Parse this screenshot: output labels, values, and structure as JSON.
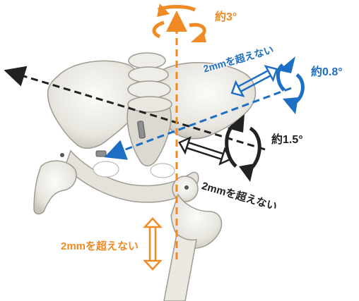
{
  "labels": {
    "orange_rotation": "約3°",
    "blue_translation": "2mmを超えない",
    "blue_rotation": "約0.8°",
    "black_rotation": "約1.5°",
    "black_translation": "2mmを超えない",
    "orange_translation": "2mmを超えない"
  },
  "colors": {
    "orange": "#f08a24",
    "blue": "#1c6fc4",
    "black": "#222222",
    "bone": "#ecebe6",
    "bone_shadow": "#b8b6ae",
    "screw": "#8d8f91"
  }
}
